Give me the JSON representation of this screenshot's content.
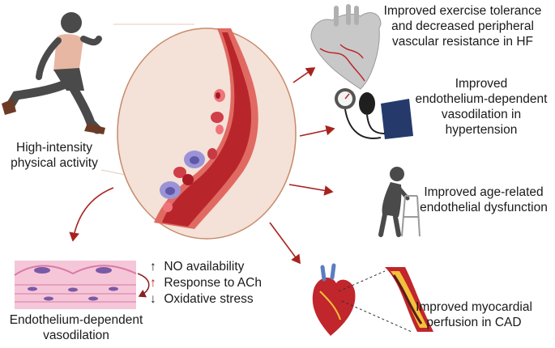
{
  "colors": {
    "arrow": "#a8231f",
    "vessel_outer": "#e06a62",
    "vessel_inner": "#b8262b",
    "circle_fill": "#f4e1d8",
    "rbc": "#b31a24",
    "leukocyte": "#9a94d6",
    "endothelium": "#e8a6c6"
  },
  "labels": {
    "activity": [
      "High-intensity",
      "physical activity"
    ],
    "hf": [
      "Improved exercise tolerance",
      "and decreased peripheral",
      "vascular resistance in HF"
    ],
    "hypertension": [
      "Improved",
      "endothelium-dependent",
      "vasodilation in",
      "hypertension"
    ],
    "aging": [
      "Improved age-related",
      "endothelial dysfunction"
    ],
    "endothelium": [
      "Endothelium-dependent",
      "vasodilation"
    ],
    "cad": [
      "Improved myocardial",
      "perfusion in CAD"
    ]
  },
  "effects": [
    {
      "arrow": "↑",
      "text": "NO availability"
    },
    {
      "arrow": "↑",
      "text": "Response to ACh"
    },
    {
      "arrow": "↓",
      "text": "Oxidative stress"
    }
  ],
  "icons": [
    "runner-icon",
    "vessel-icon",
    "heart-icon",
    "blood-pressure-monitor-icon",
    "elderly-walker-icon",
    "endothelium-icon",
    "coronary-artery-icon"
  ]
}
